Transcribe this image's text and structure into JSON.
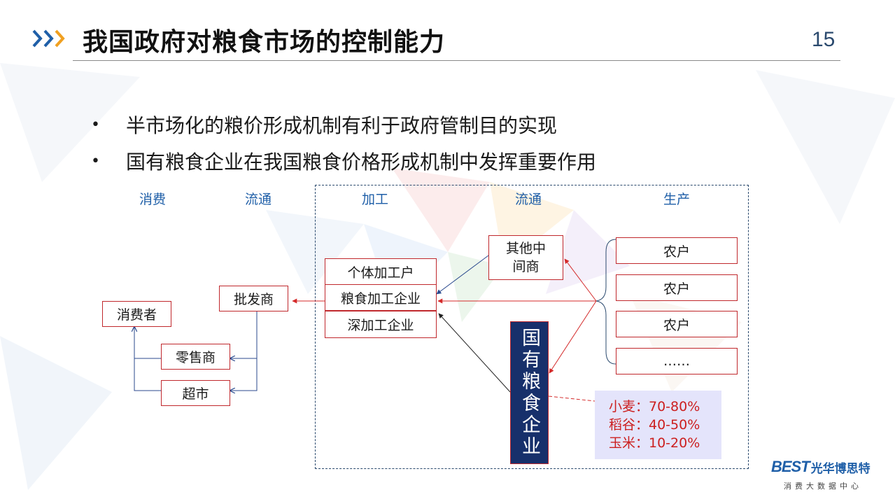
{
  "header": {
    "title": "我国政府对粮食市场的控制能力",
    "page_number": "15"
  },
  "bullets": [
    "半市场化的粮价形成机制有利于政府管制目的实现",
    "国有粮食企业在我国粮食价格形成机制中发挥重要作用"
  ],
  "diagram": {
    "column_headers": [
      "消费",
      "流通",
      "加工",
      "流通",
      "生产"
    ],
    "consumer": "消费者",
    "wholesaler": "批发商",
    "retailer": "零售商",
    "supermarket": "超市",
    "processors": [
      "个体加工户",
      "粮食加工企业",
      "深加工企业"
    ],
    "middleman": [
      "其他中",
      "间商"
    ],
    "farmers": [
      "农户",
      "农户",
      "农户",
      "……"
    ],
    "soe": "国有粮食企业",
    "shares": [
      "小麦：70-80%",
      "稻谷：40-50%",
      "玉米：10-20%"
    ]
  },
  "logo": {
    "mark": "BEST",
    "name": "光华博思特",
    "subtitle": "消费大数据中心"
  },
  "colors": {
    "accent_blue": "#1f5fa8",
    "box_border_red": "#c0282d",
    "soe_fill": "#17306b",
    "share_text_red": "#cc1f1f",
    "share_fill": "#e4e4fb"
  }
}
